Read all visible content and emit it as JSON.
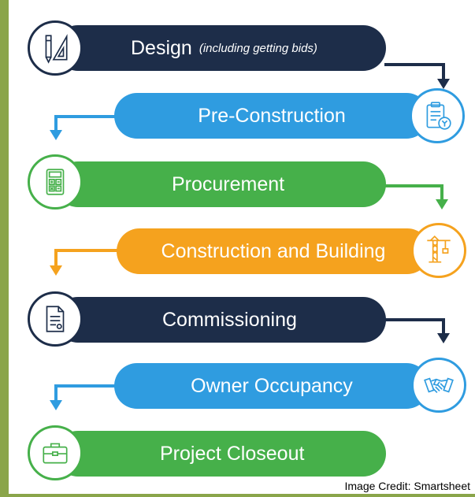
{
  "colors": {
    "navy": "#1d2d49",
    "blue": "#2f9ce0",
    "green": "#46b04a",
    "orange": "#f5a21e",
    "frame": "#8aa54a"
  },
  "steps": [
    {
      "label": "Design",
      "sublabel": "(including getting bids)",
      "color": "navy",
      "icon": "drafting-tools-icon"
    },
    {
      "label": "Pre-Construction",
      "color": "blue",
      "icon": "clipboard-icon"
    },
    {
      "label": "Procurement",
      "color": "green",
      "icon": "calculator-icon"
    },
    {
      "label": "Construction and Building",
      "color": "orange",
      "icon": "crane-icon"
    },
    {
      "label": "Commissioning",
      "color": "navy",
      "icon": "document-icon"
    },
    {
      "label": "Owner Occupancy",
      "color": "blue",
      "icon": "handshake-icon"
    },
    {
      "label": "Project Closeout",
      "color": "green",
      "icon": "briefcase-icon"
    }
  ],
  "credit": "Image Credit: Smartsheet"
}
